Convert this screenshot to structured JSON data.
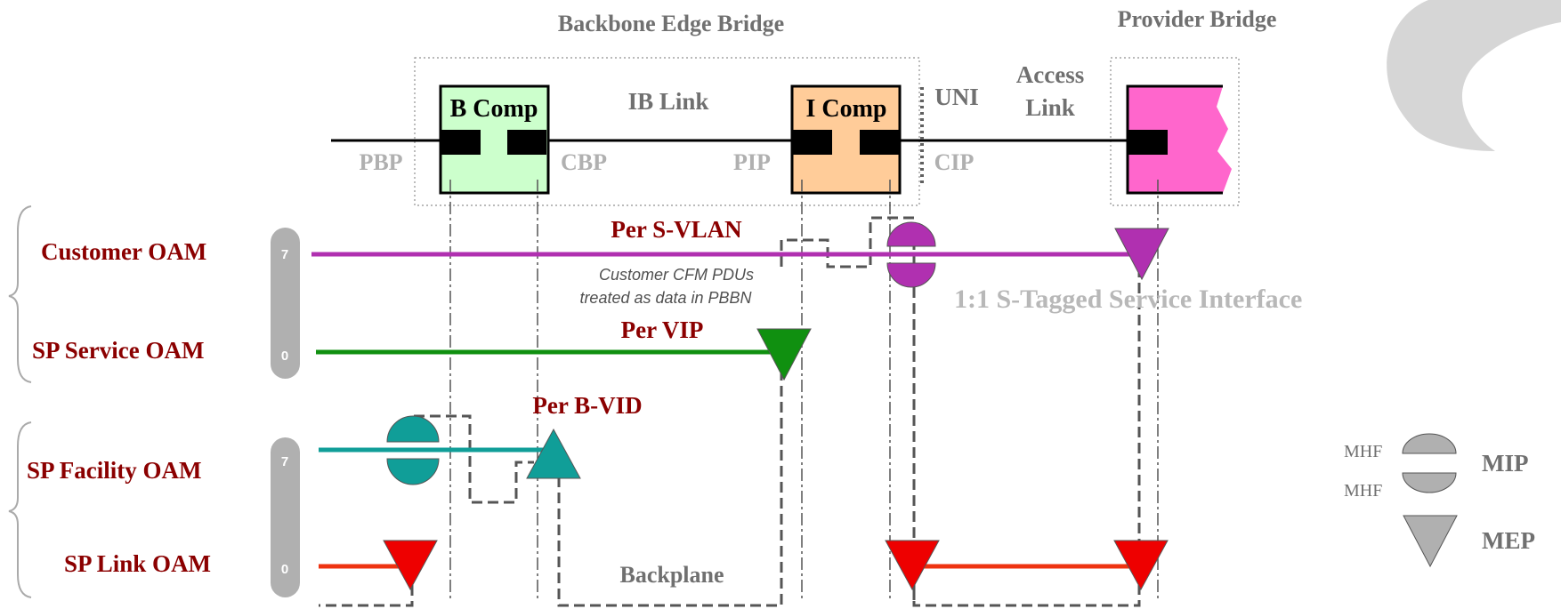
{
  "titles": {
    "backbone_edge_bridge": "Backbone Edge Bridge",
    "provider_bridge": "Provider Bridge"
  },
  "components": {
    "b_comp": "B Comp",
    "i_comp": "I Comp"
  },
  "links": {
    "ib_link": "IB Link",
    "uni": "UNI",
    "access_link_line1": "Access",
    "access_link_line2": "Link",
    "backplane": "Backplane"
  },
  "ports": {
    "pbp": "PBP",
    "cbp": "CBP",
    "pip": "PIP",
    "cip": "CIP"
  },
  "oam_levels": {
    "customer": "Customer OAM",
    "sp_service": "SP Service OAM",
    "sp_facility": "SP Facility OAM",
    "sp_link": "SP Link OAM"
  },
  "level_markers": {
    "upper_high": "7",
    "upper_low": "0",
    "lower_high": "7",
    "lower_low": "0"
  },
  "flows": {
    "per_s_vlan": "Per S-VLAN",
    "per_vip": "Per VIP",
    "per_b_vid": "Per B-VID"
  },
  "notes": {
    "cfm_line1": "Customer CFM PDUs",
    "cfm_line2": "treated as data in PBBN",
    "service_interface": "1:1 S-Tagged Service Interface"
  },
  "legend": {
    "mhf_top": "MHF",
    "mhf_bottom": "MHF",
    "mip": "MIP",
    "mep": "MEP"
  },
  "colors": {
    "b_comp_fill": "#ccffcc",
    "i_comp_fill": "#ffcc99",
    "provider_bridge_fill": "#ff66cc",
    "customer_oam": "#b030b0",
    "sp_service_oam": "#109010",
    "sp_facility_oam": "#109e98",
    "sp_link_oam": "#ee3311",
    "mep_red": "#ee0000",
    "label_red": "#8b0000",
    "muted_gray": "#a0a0a0",
    "text_gray": "#707070"
  }
}
